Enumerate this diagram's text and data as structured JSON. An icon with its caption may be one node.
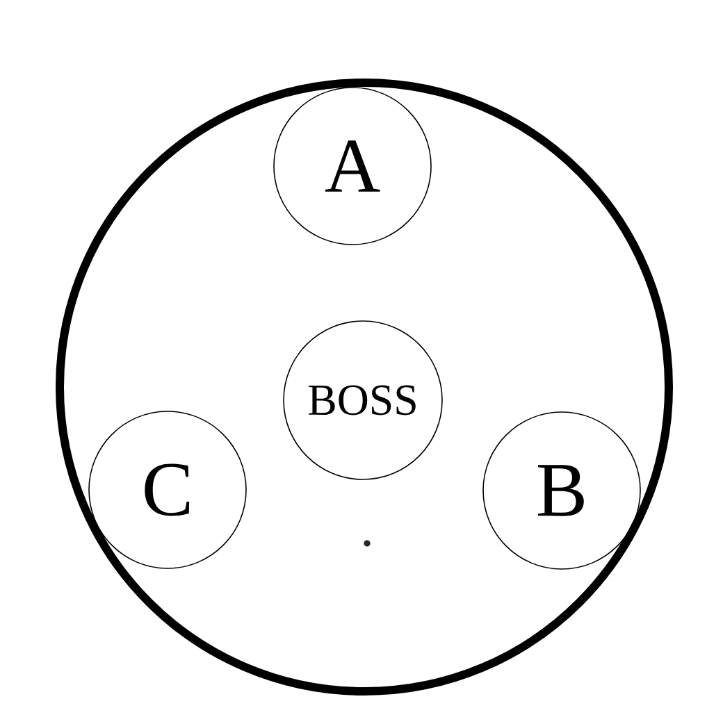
{
  "diagram": {
    "nodes": [
      {
        "text": [],
        "shape": "circle"
      },
      {
        "text": [
          "A"
        ],
        "in": 0
      },
      {
        "text": [
          "BOSS"
        ],
        "in": 0
      },
      {
        "text": [
          "C"
        ],
        "in": 0
      },
      {
        "text": [
          "B"
        ],
        "in": 0
      }
    ]
  }
}
